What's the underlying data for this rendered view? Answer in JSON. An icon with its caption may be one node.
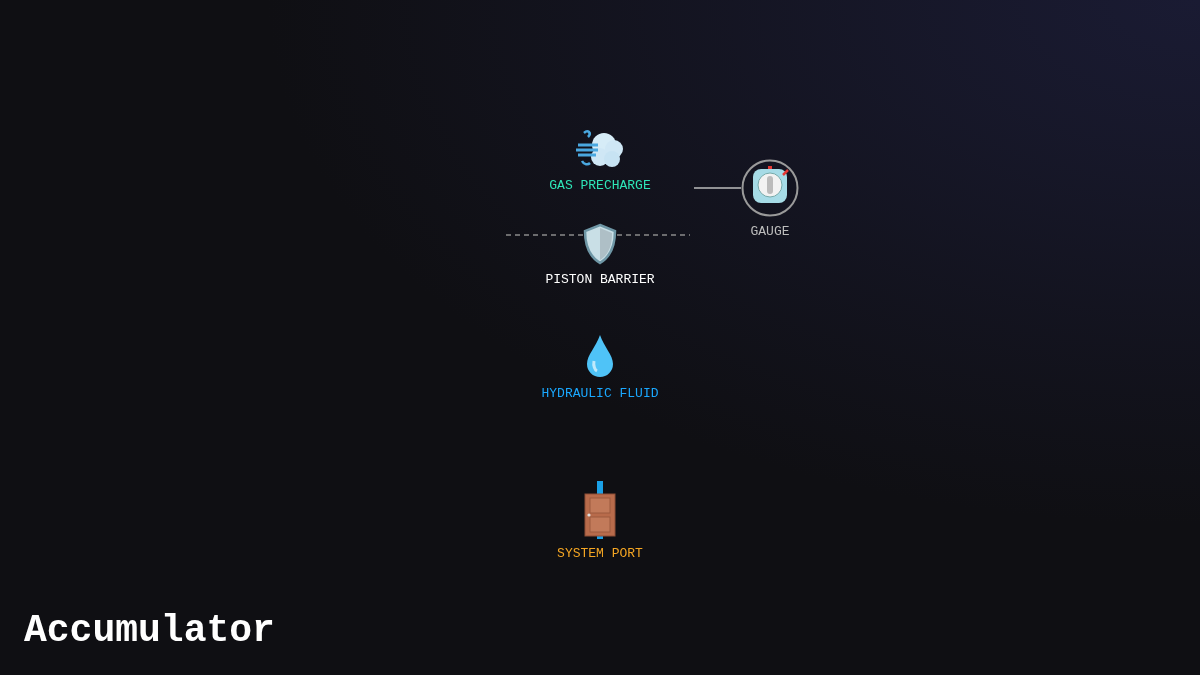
{
  "diagram": {
    "title": "Accumulator",
    "nodes": [
      {
        "text": [
          "GAS PRECHARGE"
        ]
      },
      {
        "text": [
          "PISTON BARRIER"
        ]
      },
      {
        "text": [
          "HYDRAULIC FLUID"
        ]
      },
      {
        "text": [
          "SYSTEM PORT"
        ]
      },
      {
        "text": [
          "GAUGE"
        ]
      }
    ],
    "edges": [
      {
        "from": null,
        "to": 4,
        "arrow": "none"
      }
    ]
  }
}
